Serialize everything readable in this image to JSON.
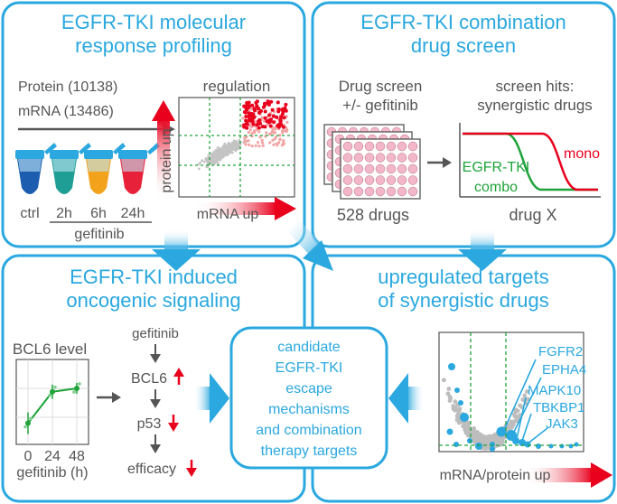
{
  "colors": {
    "accent": "#2aa8df",
    "red": "#e8001c",
    "green": "#1fa33a",
    "gray": "#555555"
  },
  "panel1": {
    "title_line1": "EGFR-TKI molecular",
    "title_line2": "response profiling",
    "protein_label": "Protein (10138)",
    "mrna_label": "mRNA (13486)",
    "tubes": [
      "ctrl",
      "2h",
      "6h",
      "24h"
    ],
    "drug_label": "gefitinib",
    "scatter_title": "regulation",
    "y_axis": "protein up",
    "x_axis": "mRNA up"
  },
  "panel2": {
    "title_line1": "EGFR-TKI combination",
    "title_line2": "drug screen",
    "screen_line1": "Drug screen",
    "screen_line2": "+/- gefitinib",
    "plates_label": "528 drugs",
    "hits_line1": "screen hits:",
    "hits_line2": "synergistic drugs",
    "mono_label": "mono",
    "combo_line1": "EGFR-TKI",
    "combo_line2": "combo",
    "x_axis": "drug X"
  },
  "panel3": {
    "title_line1": "EGFR-TKI induced",
    "title_line2": "oncogenic signaling",
    "plot_title": "BCL6 level",
    "x_ticks": [
      "0",
      "24",
      "48"
    ],
    "x_axis": "gefitinib (h)",
    "pathway": [
      "gefitinib",
      "BCL6",
      "p53",
      "efficacy"
    ]
  },
  "panel4": {
    "title_line1": "upregulated targets",
    "title_line2": "of synergistic drugs",
    "genes": [
      "FGFR2",
      "EPHA4",
      "MAPK10",
      "TBKBP1",
      "JAK3"
    ],
    "x_axis": "mRNA/protein up"
  },
  "center": {
    "lines": [
      "candidate",
      "EGFR-TKI",
      "escape",
      "mechanisms",
      "and combination",
      "therapy targets"
    ]
  },
  "chart_data": {
    "type": "line",
    "title": "BCL6 level",
    "xlabel": "gefitinib (h)",
    "ylabel": "",
    "categories": [
      "0",
      "24",
      "48"
    ],
    "values": [
      0.25,
      0.62,
      0.66
    ]
  }
}
